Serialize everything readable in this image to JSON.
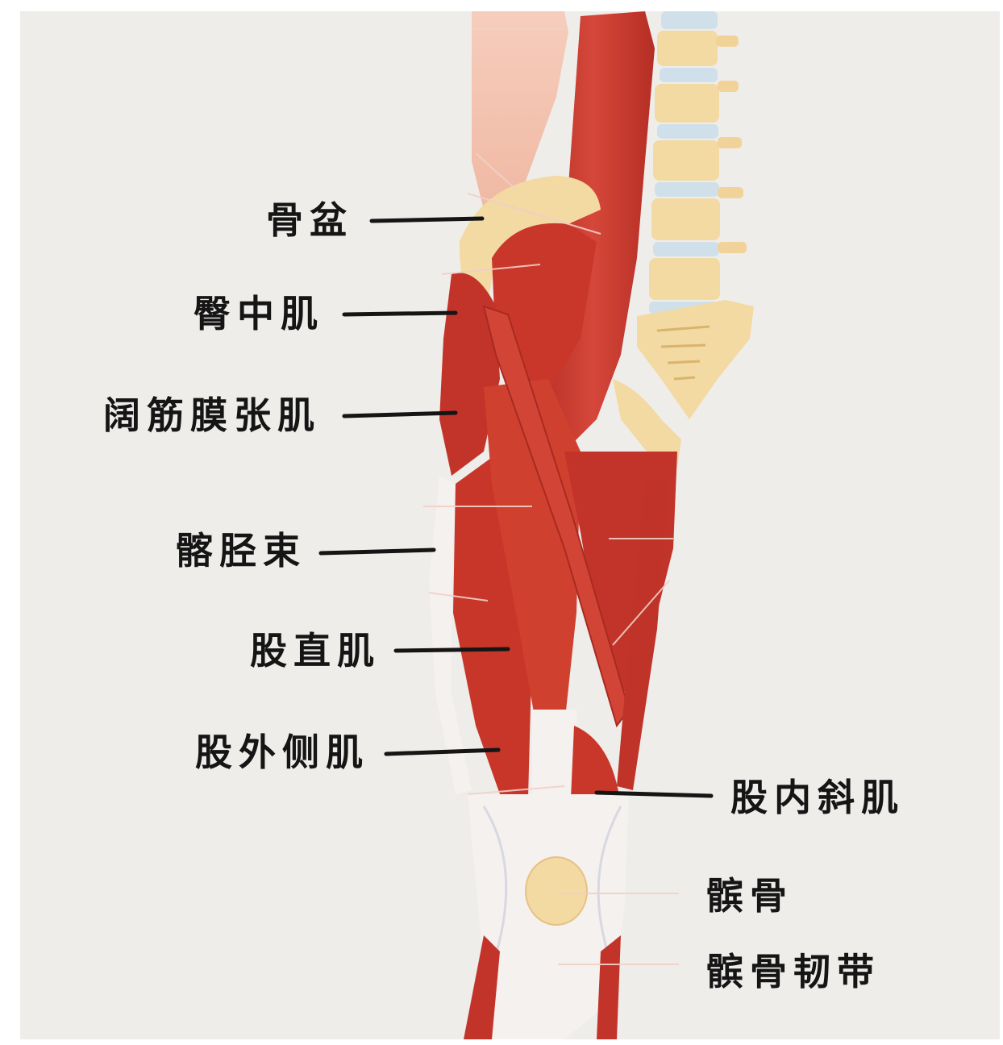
{
  "colors": {
    "background": "#efedea",
    "muscle": "#c9372b",
    "muscle_dark": "#a82a21",
    "bone": "#f3d9a2",
    "tendon": "#f4f1ee",
    "skin": "#f3c4b0",
    "label_line": "#151515"
  },
  "labels": {
    "pelvis": "骨盆",
    "gluteus_medius": "臀中肌",
    "tensor_fasciae_latae": "阔筋膜张肌",
    "iliotibial_band": "髂胫束",
    "rectus_femoris": "股直肌",
    "vastus_lateralis": "股外侧肌",
    "vastus_medialis": "股内斜肌",
    "patella": "髌骨",
    "patellar_ligament": "髌骨韧带"
  }
}
